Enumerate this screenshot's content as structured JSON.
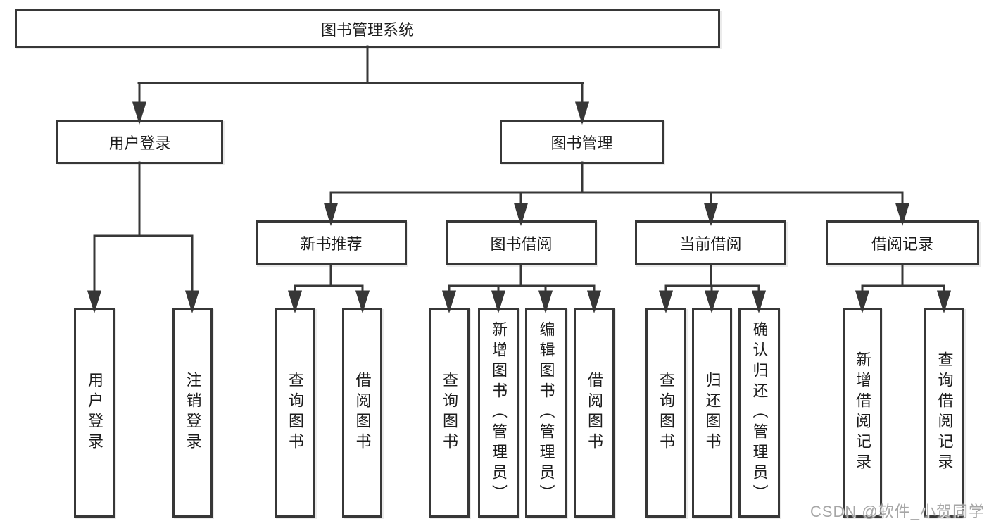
{
  "diagram": {
    "root": {
      "label": "图书管理系统"
    },
    "branches": {
      "user_login": {
        "label": "用户登录"
      },
      "book_management": {
        "label": "图书管理"
      },
      "new_book_recommend": {
        "label": "新书推荐"
      },
      "book_borrowing": {
        "label": "图书借阅"
      },
      "current_borrowing": {
        "label": "当前借阅"
      },
      "borrowing_records": {
        "label": "借阅记录"
      }
    },
    "leaves": {
      "user_login": {
        "label": "用户登录"
      },
      "logout": {
        "label": "注销登录"
      },
      "recommend_query_book": {
        "label": "查询图书"
      },
      "recommend_borrow_book": {
        "label": "借阅图书"
      },
      "borrowing_query_book": {
        "label": "查询图书"
      },
      "borrowing_add_book": {
        "label": "新增图书（管理员）"
      },
      "borrowing_edit_book": {
        "label": "编辑图书（管理员）"
      },
      "borrowing_borrow_book": {
        "label": "借阅图书"
      },
      "current_query_book": {
        "label": "查询图书"
      },
      "current_return_book": {
        "label": "归还图书"
      },
      "current_confirm_return": {
        "label": "确认归还（管理员）"
      },
      "records_add_record": {
        "label": "新增借阅记录"
      },
      "records_query_record": {
        "label": "查询借阅记录"
      }
    }
  },
  "watermark": {
    "text": "CSDN @软件_小贺同学"
  },
  "colors": {
    "line": "#373737",
    "box_border": "#373737",
    "text": "#1c1c1c",
    "background": "#ffffff",
    "watermark": "#969696"
  }
}
